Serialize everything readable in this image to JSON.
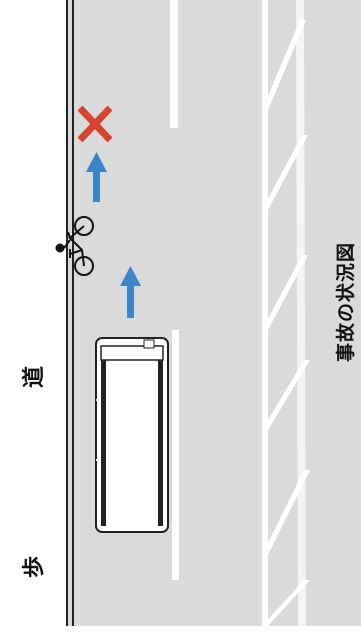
{
  "sidewalk": {
    "label_1": "歩",
    "label_2": "道"
  },
  "diagram": {
    "title": "事故の状況図",
    "colors": {
      "road": "#dadada",
      "lane_marking": "#ffffff",
      "arrow": "#3a86c8",
      "collision_mark": "#d8432f",
      "line": "#222222"
    }
  }
}
